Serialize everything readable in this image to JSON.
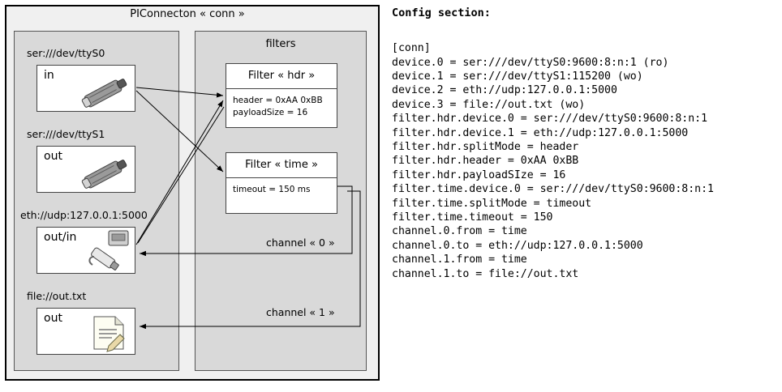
{
  "diagram": {
    "outer_title": "PIConnecton « conn »",
    "groups": {
      "devices_title": "",
      "filters_title": "filters"
    },
    "devices": [
      {
        "label": "ser:///dev/ttyS0",
        "name": "in",
        "icon": "serial-port-icon"
      },
      {
        "label": "ser:///dev/ttyS1",
        "name": "out",
        "icon": "serial-port-icon"
      },
      {
        "label": "eth://udp:127.0.0.1:5000",
        "name": "out/in",
        "icon": "network-plug-icon"
      },
      {
        "label": "file://out.txt",
        "name": "out",
        "icon": "text-file-icon"
      }
    ],
    "filters": [
      {
        "title": "Filter « hdr »",
        "props": [
          "header = 0xAA 0xBB",
          "payloadSize = 16"
        ]
      },
      {
        "title": "Filter « time »",
        "props": [
          "timeout = 150 ms"
        ]
      }
    ],
    "channels": [
      {
        "label": "channel « 0 »"
      },
      {
        "label": "channel « 1 »"
      }
    ]
  },
  "config": {
    "heading": "Config section:",
    "text": "[conn]\ndevice.0 = ser:///dev/ttyS0:9600:8:n:1 (ro)\ndevice.1 = ser:///dev/ttyS1:115200 (wo)\ndevice.2 = eth://udp:127.0.0.1:5000\ndevice.3 = file://out.txt (wo)\nfilter.hdr.device.0 = ser:///dev/ttyS0:9600:8:n:1\nfilter.hdr.device.1 = eth://udp:127.0.0.1:5000\nfilter.hdr.splitMode = header\nfilter.hdr.header = 0xAA 0xBB\nfilter.hdr.payloadSIze = 16\nfilter.time.device.0 = ser:///dev/ttyS0:9600:8:n:1\nfilter.time.splitMode = timeout\nfilter.time.timeout = 150\nchannel.0.from = time\nchannel.0.to = eth://udp:127.0.0.1:5000\nchannel.1.from = time\nchannel.1.to = file://out.txt"
  }
}
